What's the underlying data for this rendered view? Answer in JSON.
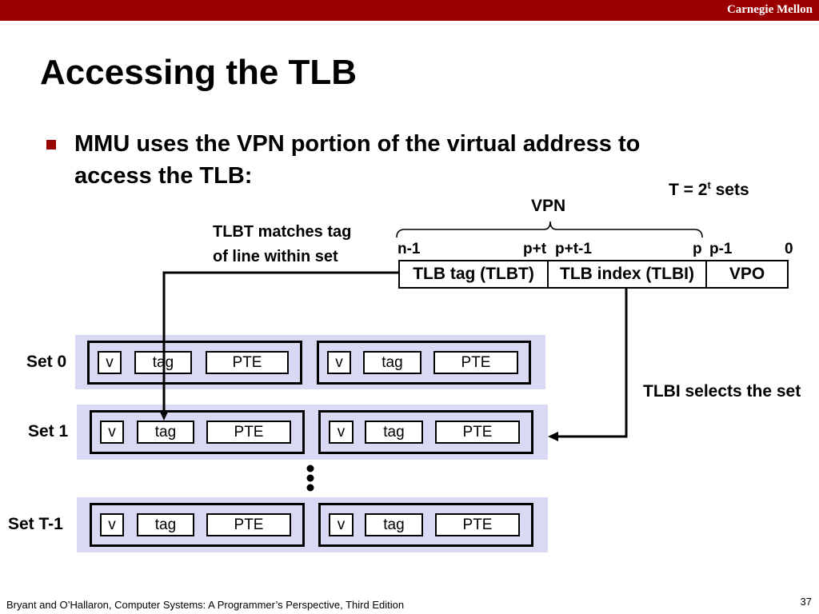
{
  "header": {
    "brand": "Carnegie Mellon"
  },
  "slide": {
    "title": "Accessing the TLB",
    "bullet": "MMU uses the VPN portion of the virtual address to access the TLB:"
  },
  "address": {
    "sets_formula": "T = 2",
    "sets_exp": "t",
    "sets_suffix": " sets",
    "vpn_label": "VPN",
    "bit_labels": [
      "n-1",
      "p+t",
      "p+t-1",
      "p",
      "p-1",
      "0"
    ],
    "fields": [
      "TLB tag (TLBT)",
      "TLB index (TLBI)",
      "VPO"
    ]
  },
  "annotations": {
    "tlbt_note_line1": "TLBT matches tag",
    "tlbt_note_line2": "of line within set",
    "tlbi_note": "TLBI selects the set"
  },
  "sets": [
    {
      "label": "Set 0",
      "lines": [
        {
          "v": "v",
          "tag": "tag",
          "pte": "PTE"
        },
        {
          "v": "v",
          "tag": "tag",
          "pte": "PTE"
        }
      ]
    },
    {
      "label": "Set 1",
      "lines": [
        {
          "v": "v",
          "tag": "tag",
          "pte": "PTE"
        },
        {
          "v": "v",
          "tag": "tag",
          "pte": "PTE"
        }
      ]
    },
    {
      "label": "Set T-1",
      "lines": [
        {
          "v": "v",
          "tag": "tag",
          "pte": "PTE"
        },
        {
          "v": "v",
          "tag": "tag",
          "pte": "PTE"
        }
      ]
    }
  ],
  "footer": {
    "citation": "Bryant and O’Hallaron, Computer Systems: A Programmer’s Perspective, Third Edition",
    "page": "37"
  }
}
